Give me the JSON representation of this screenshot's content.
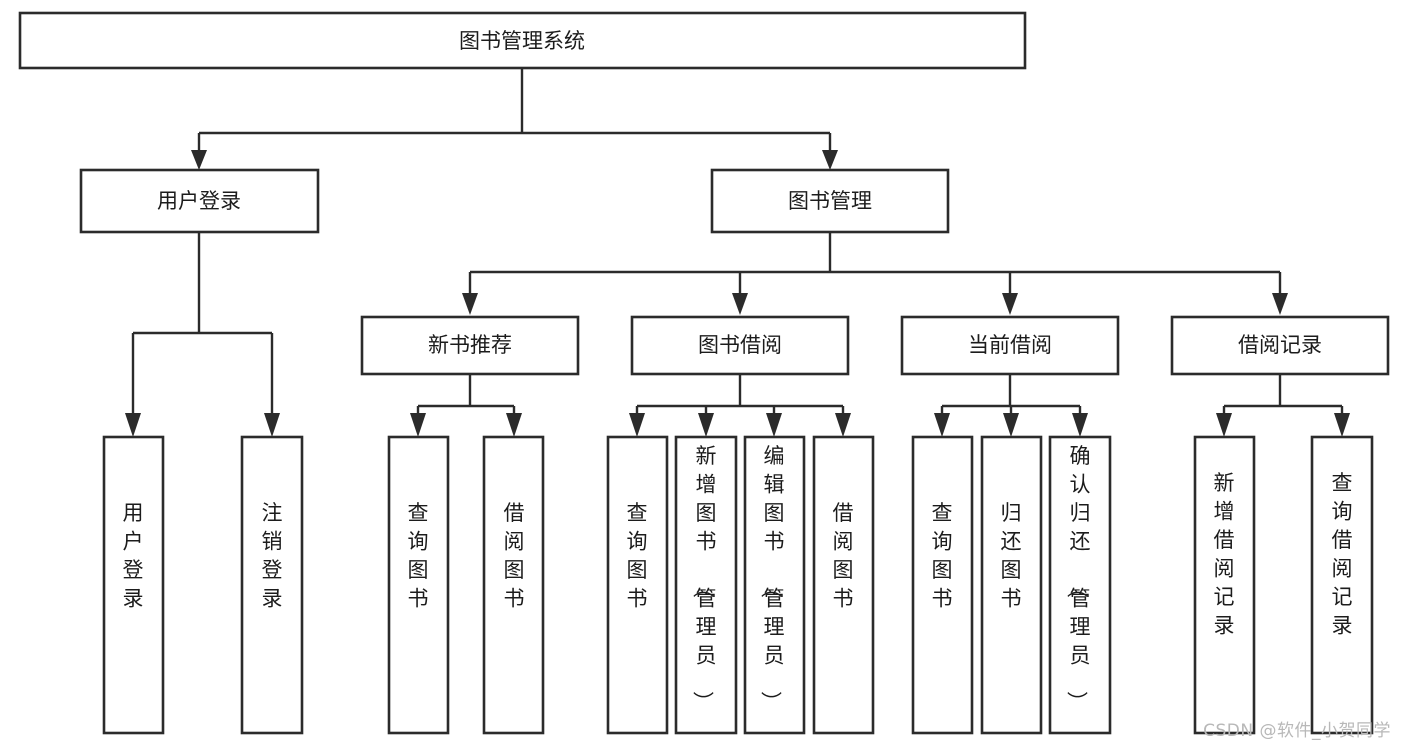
{
  "diagram": {
    "type": "tree",
    "title": "图书管理系统",
    "watermark": "CSDN @软件_小贺同学",
    "colors": {
      "box_stroke": "#2b2b2b",
      "box_fill": "#ffffff",
      "connector": "#2b2b2b",
      "text": "#1c1c1c",
      "watermark": "#b8b8b8",
      "background": "#ffffff"
    },
    "nodes": {
      "root": {
        "label": "图书管理系统"
      },
      "level2": [
        {
          "id": "user-login",
          "label": "用户登录"
        },
        {
          "id": "book-management",
          "label": "图书管理"
        }
      ],
      "level3": [
        {
          "id": "new-book-recommend",
          "label": "新书推荐"
        },
        {
          "id": "book-borrow",
          "label": "图书借阅"
        },
        {
          "id": "current-borrow",
          "label": "当前借阅"
        },
        {
          "id": "borrow-record",
          "label": "借阅记录"
        }
      ],
      "leaves": {
        "user-login": [
          {
            "id": "leaf-user-login",
            "label": "用户登录"
          },
          {
            "id": "leaf-logout-login",
            "label": "注销登录"
          }
        ],
        "new-book-recommend": [
          {
            "id": "leaf-query-book-1",
            "label": "查询图书"
          },
          {
            "id": "leaf-borrow-book-1",
            "label": "借阅图书"
          }
        ],
        "book-borrow": [
          {
            "id": "leaf-query-book-2",
            "label": "查询图书"
          },
          {
            "id": "leaf-add-book",
            "label": "新增图书（管理员）"
          },
          {
            "id": "leaf-edit-book",
            "label": "编辑图书（管理员）"
          },
          {
            "id": "leaf-borrow-book-2",
            "label": "借阅图书"
          }
        ],
        "current-borrow": [
          {
            "id": "leaf-query-book-3",
            "label": "查询图书"
          },
          {
            "id": "leaf-return-book",
            "label": "归还图书"
          },
          {
            "id": "leaf-confirm-return",
            "label": "确认归还（管理员）"
          }
        ],
        "borrow-record": [
          {
            "id": "leaf-add-record",
            "label": "新增借阅记录"
          },
          {
            "id": "leaf-query-record",
            "label": "查询借阅记录"
          }
        ]
      }
    }
  }
}
